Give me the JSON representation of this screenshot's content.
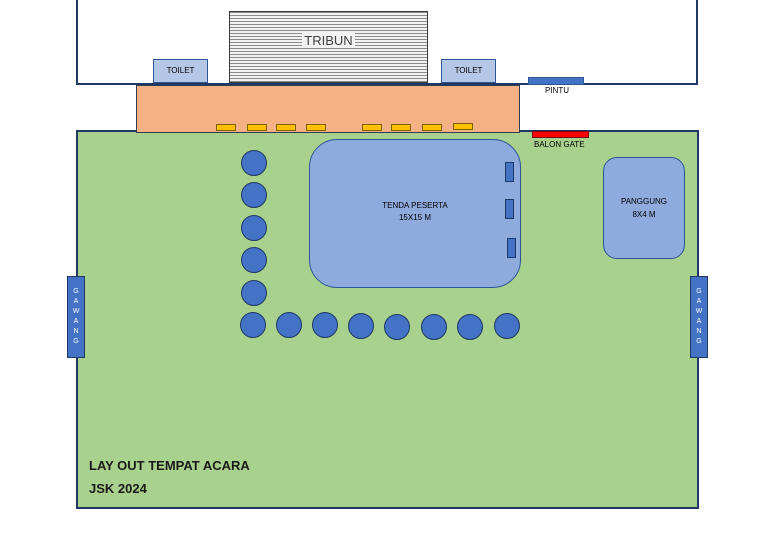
{
  "building": {
    "tribun_label": "TRIBUN",
    "toilet_left": "TOILET",
    "toilet_right": "TOILET"
  },
  "pintu_label": "PINTU",
  "balon_gate_label": "BALON GATE",
  "tenda": {
    "line1": "TENDA PESERTA",
    "line2": "15X15 M"
  },
  "panggung": {
    "line1": "PANGGUNG",
    "line2": "8X4 M"
  },
  "gawang_letters": [
    "G",
    "A",
    "W",
    "A",
    "N",
    "G"
  ],
  "title": "LAY OUT TEMPAT ACARA",
  "subtitle": "JSK 2024",
  "colors": {
    "field": "#a9d18e",
    "stand": "#f4b183",
    "tent": "#8faadc",
    "booth": "#4472c4",
    "gate": "#ff0000",
    "bench": "#ffc000"
  }
}
